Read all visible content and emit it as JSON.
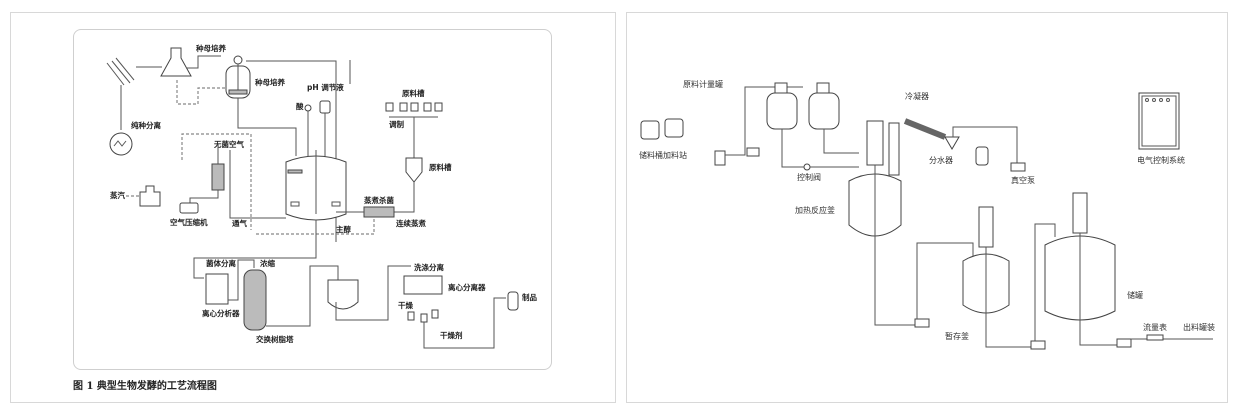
{
  "left_figure": {
    "caption": "图 1  典型生物发酵的工艺流程图",
    "labels": {
      "seed_culture_1": "种母培养",
      "seed_culture_2": "种母培养",
      "pure_strain_separation": "纯种分离",
      "ph_regulator": "pH 调节液",
      "acid": "酸",
      "sterile_air": "无菌空气",
      "raw_material_tank_top": "原料槽",
      "blending": "调制",
      "raw_material_tank": "原料槽",
      "steam": "蒸汽",
      "air_compressor": "空气压缩机",
      "aeration": "通气",
      "main_fermentation": "主醇",
      "sterilizer": "蒸煮杀菌",
      "continuous_cooking": "连续蒸煮",
      "cell_separation": "菌体分离",
      "concentration": "浓缩",
      "centrifugal_separator": "离心分析器",
      "ion_exchange_column": "交换树脂塔",
      "washing_separation": "洗涤分离",
      "centrifuge": "离心分离器",
      "drying": "干燥",
      "product": "制品",
      "desiccant": "干燥剂"
    }
  },
  "right_figure": {
    "labels": {
      "metering_tank": "原料计量罐",
      "storage_station": "储料桶加料站",
      "control_valve": "控制阀",
      "condenser": "冷凝器",
      "water_separator": "分水器",
      "vacuum_pump": "真空泵",
      "electric_control": "电气控制系统",
      "heated_reactor": "加热反应釜",
      "holding_tank": "暂存釜",
      "storage_tank": "储罐",
      "flow_meter": "流量表",
      "discharge": "出料罐装"
    }
  }
}
